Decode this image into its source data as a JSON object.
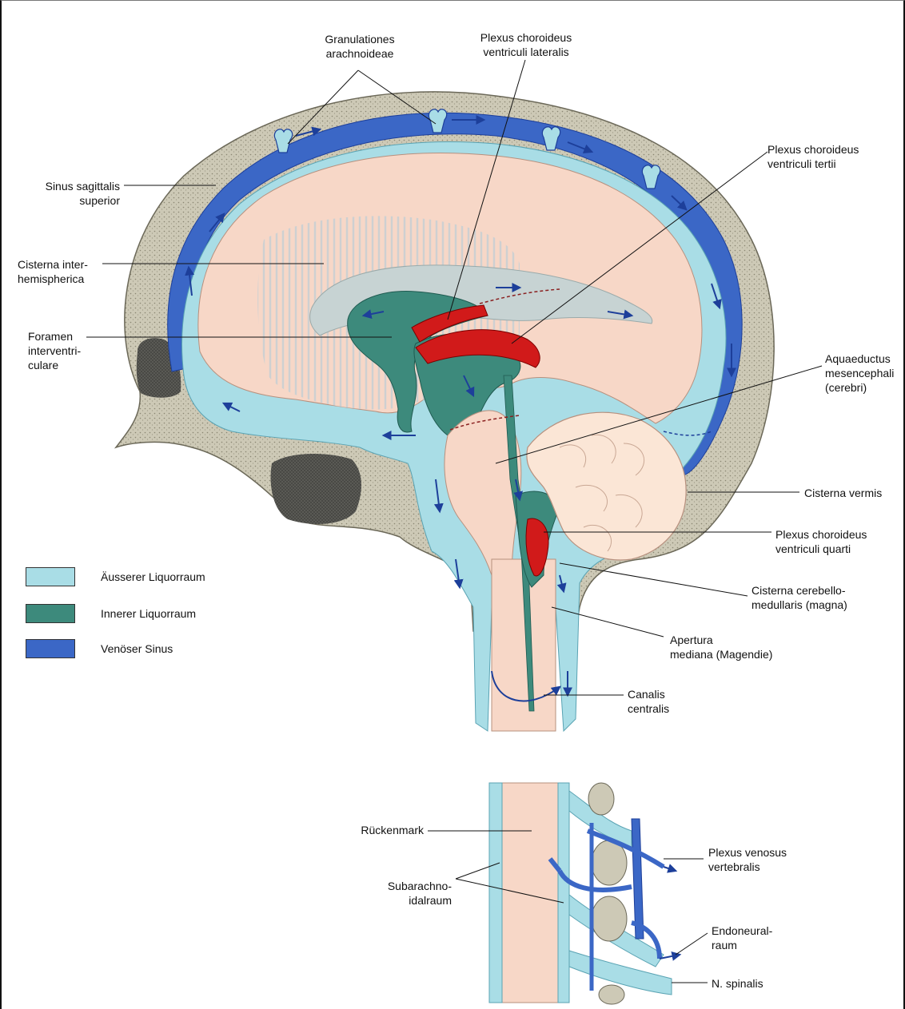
{
  "colors": {
    "aussen": "#a9dde6",
    "innen": "#3d8a7c",
    "sinus": "#3b67c6",
    "gewebe": "#f7d7c7",
    "knochen": "#c9c5b3",
    "plexus": "#d11a1a"
  },
  "labels": {
    "granulationes": "Granulationes\narachnoideae",
    "plexus_lateralis": "Plexus choroideus\nventriculi lateralis",
    "plexus_tertii": "Plexus choroideus\nventriculi tertii",
    "sinus_sagittalis": "Sinus sagittalis\nsuperior",
    "cisterna_inter": "Cisterna inter-\nhemispherica",
    "foramen": "Foramen\ninterventri-\nculare",
    "aquaeductus": "Aquaeductus\nmesencephali\n(cerebri)",
    "cisterna_vermis": "Cisterna vermis",
    "plexus_quarti": "Plexus choroideus\nventriculi quarti",
    "cisterna_cerebello": "Cisterna cerebello-\nmedullaris (magna)",
    "apertura": "Apertura\nmediana (Magendie)",
    "canalis": "Canalis\ncentralis",
    "rueckenmark": "Rückenmark",
    "subarachnoidal": "Subarachno-\nidalraum",
    "plexus_venosus": "Plexus venosus\nvertebralis",
    "endoneural": "Endoneural-\nraum",
    "n_spinalis": "N. spinalis"
  },
  "legend": [
    {
      "label": "Äusserer Liquorraum",
      "color": "#a9dde6"
    },
    {
      "label": "Innerer Liquorraum",
      "color": "#3d8a7c"
    },
    {
      "label": "Venöser Sinus",
      "color": "#3b67c6"
    }
  ]
}
